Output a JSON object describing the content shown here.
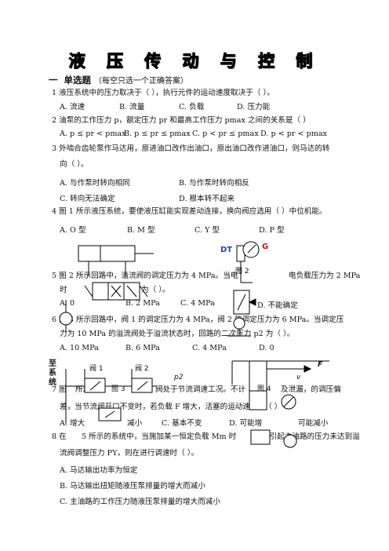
{
  "title": "液 压 传 动 与 控 制",
  "section": {
    "number": "一",
    "label": "单选题",
    "note": "（每空只选一个正确答案）"
  },
  "questions": [
    {
      "stem": "1  液压系统中的压力取决于（      ），执行元件的运动速度取决于（      ）。",
      "options": [
        "A. 流速",
        "B. 流量",
        "C. 负载",
        "D. 压力能"
      ]
    },
    {
      "stem": "2  油泵的工作压力 p，额定压力 pr 和最高工作压力 pmax 之间的关系是（      ）",
      "options": [
        "A.  p ≤ pr < pmax",
        "B.  p ≤ pr ≤ pmax",
        "C.  p < pr ≤ pmax",
        "D.  p < pr < pmax"
      ]
    },
    {
      "stem1": "3  外啮合齿轮泵作马达用，原进油口改作出油口，原出油口改作进油口，则马达的转",
      "stem2": "向（      ）。",
      "options": [
        "A. 与作泵时转向相同",
        "B. 与作泵时转向相反",
        "C. 转向无法确定",
        "D. 根本转不起来"
      ]
    },
    {
      "stem": "4  图 1 所示液压系统，要使液压缸能实现差动连接，换向阀应选用（      ）中位机能。",
      "options": [
        "A.  O 型",
        "B.  M 型",
        "C.  Y 型",
        "D.  P 型"
      ]
    },
    {
      "stem1": "5  图 2 所示回路中，溢流阀的调定压力为 4 MPa。当电",
      "stem1b": "电负载压力为 2 MPa",
      "stem2a": "时",
      "stem2b": "为（      ）。",
      "options": [
        "A.  0",
        "B.  2 MPa",
        "C.  4 MPa",
        "D.  不能确定"
      ]
    },
    {
      "stem1": "6  图 3 所示回路中，阀 1 的调定压力为 4  MPa，阀 2 的调定压力为 6  MPa。当调定压",
      "stem2": "力为 10 MPa 的溢流阀处于溢流状态时，回路的二次压力 p2 为（      ）。",
      "options": [
        "A. 10 MPa",
        "B. 6 MPa",
        "C. 4 MPa",
        "D. 0"
      ]
    },
    {
      "stem1a": "7  图",
      "stem1b": "所示",
      "stem1c": "阀处于节流调速工况。不计",
      "stem1d": "及泄漏，的调压偏",
      "stem2": "差，当节流阀开口不变时，若负载 F 增大，活塞的运动速度 v（      ）",
      "options": [
        "A.  增大",
        "减小",
        "C.  基本不变",
        "D.  可能增",
        "可能减小"
      ]
    },
    {
      "stem1a": "8  在",
      "stem1b": "5 所示的系统中，当施加某一恒定负载 Mm 时",
      "stem1c": "其引起主油路的压力未达到溢",
      "stem2": "流阀调整压力 PY，则在进行调速时（      ）。",
      "options": [
        "A. 马达输出功率为恒定",
        "B. 马达输出扭矩随液压泵排量的增大而减小",
        "C. 主油路的工作压力随液压泵排量的增大而减小"
      ]
    }
  ],
  "figures": {
    "fig2_caption": "图  2",
    "fig3_caption": "图  3",
    "fig4_caption": "图  4",
    "dt_label": "DT",
    "g_label": "G",
    "valve1_label": "阀 1",
    "valve2_label": "阀 2",
    "p2_label": "p2",
    "system_label": [
      "至",
      "系",
      "统"
    ],
    "force_label": "F",
    "velocity_label": "v"
  }
}
